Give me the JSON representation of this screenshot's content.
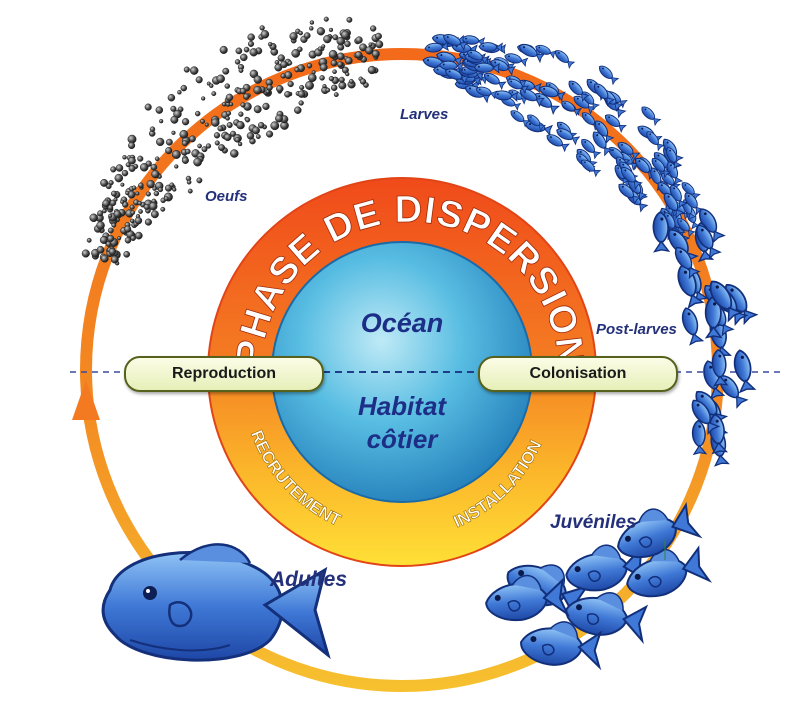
{
  "center": {
    "top_label": "Océan",
    "bottom_label_line1": "Habitat",
    "bottom_label_line2": "côtier"
  },
  "ring": {
    "top_arc_text": "PHASE DE DISPERSION",
    "bottom_left_arc_text": "RECRUTEMENT",
    "bottom_right_arc_text": "INSTALLATION"
  },
  "transitions": {
    "left": "Reproduction",
    "right": "Colonisation"
  },
  "stages": {
    "eggs": "Oeufs",
    "larvae": "Larves",
    "postlarvae": "Post-larves",
    "juveniles": "Juvéniles",
    "adults": "Adultes"
  },
  "colors": {
    "cycle_orange": "#f27a1f",
    "cycle_yellow": "#f5b62a",
    "ring_orange": "#f05a1e",
    "ring_yellow": "#ffd22a",
    "ocean_blue": "#4fb3dc",
    "label_navy": "#24307a",
    "fish_blue": "#3f78d6",
    "egg_gray": "#3a3a3a"
  }
}
